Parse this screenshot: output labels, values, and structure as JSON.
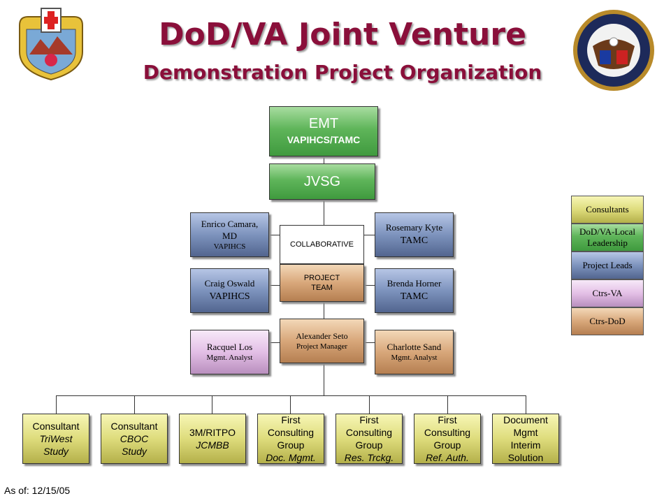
{
  "header": {
    "title": "DoD/VA Joint Venture",
    "subtitle": "Demonstration Project Organization"
  },
  "org": {
    "emt": {
      "line1": "EMT",
      "line2": "VAPIHCS/TAMC"
    },
    "jvsg": {
      "label": "JVSG"
    },
    "collaborative": {
      "label": "COLLABORATIVE"
    },
    "project_team": {
      "line1": "PROJECT",
      "line2": "TEAM"
    },
    "manager": {
      "name": "Alexander Seto",
      "role": "Project Manager"
    },
    "left": [
      {
        "line1": "Enrico Camara,",
        "line2": "MD",
        "line3": "VAPIHCS"
      },
      {
        "line1": "Craig Oswald",
        "line2": "VAPIHCS"
      },
      {
        "line1": "Racquel Los",
        "line2": "Mgmt. Analyst"
      }
    ],
    "right": [
      {
        "line1": "Rosemary Kyte",
        "line2": "TAMC"
      },
      {
        "line1": "Brenda Horner",
        "line2": "TAMC"
      },
      {
        "line1": "Charlotte Sand",
        "line2": "Mgmt. Analyst"
      }
    ],
    "bottom": [
      {
        "line1": "Consultant",
        "line2": "TriWest",
        "line3": "Study"
      },
      {
        "line1": "Consultant",
        "line2": "CBOC",
        "line3": "Study"
      },
      {
        "line1": "3M/RITPO",
        "line2": "JCMBB"
      },
      {
        "line1": "First",
        "line2": "Consulting",
        "line3": "Group",
        "line4": "Doc. Mgmt."
      },
      {
        "line1": "First",
        "line2": "Consulting",
        "line3": "Group",
        "line4": "Res. Trckg."
      },
      {
        "line1": "First",
        "line2": "Consulting",
        "line3": "Group",
        "line4": "Ref. Auth."
      },
      {
        "line1": "Document",
        "line2": "Mgmt",
        "line3": "Interim",
        "line4": "Solution"
      }
    ]
  },
  "legend": [
    "Consultants",
    "DoD/VA-Local Leadership",
    "Project Leads",
    "Ctrs-VA",
    "Ctrs-DoD"
  ],
  "footer": {
    "as_of": "As of:  12/15/05"
  },
  "colors": {
    "title": "#8a0f3a",
    "leadership_green": "#5fb55a",
    "project_leads_blue": "#7d93bd",
    "ctrs_va_pink": "#e3bfe6",
    "ctrs_dod_tan": "#d8a77a",
    "consultants_olive": "#dedc7c"
  },
  "icons": [
    "tripler-amc-crest-icon",
    "va-seal-icon"
  ]
}
